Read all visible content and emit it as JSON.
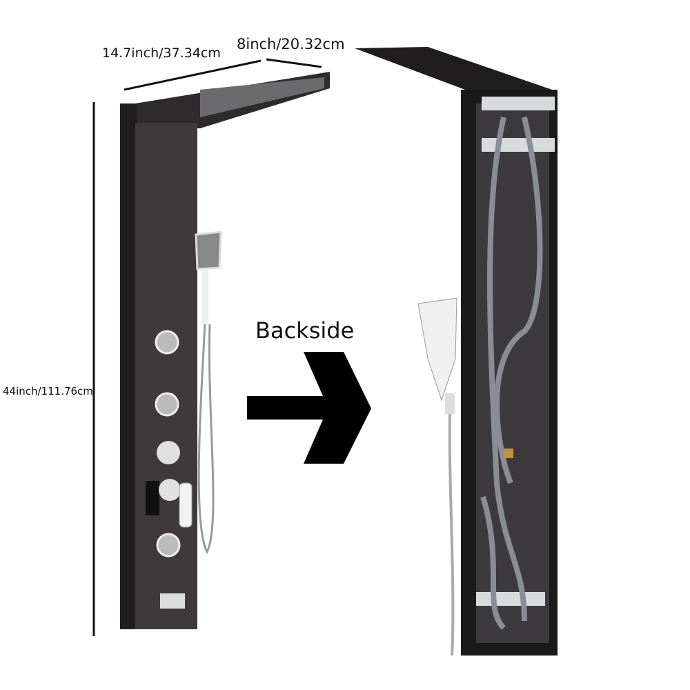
{
  "dimensions": {
    "width_label": "14.7inch/37.34cm",
    "depth_label": "8inch/20.32cm",
    "height_label": "44inch/111.76cm"
  },
  "backside_label": "Backside",
  "colors": {
    "panel": "#3a3638",
    "panel_dark": "#1e1c1d",
    "hose": "#8a8e93",
    "chrome": "#d8dadc"
  }
}
